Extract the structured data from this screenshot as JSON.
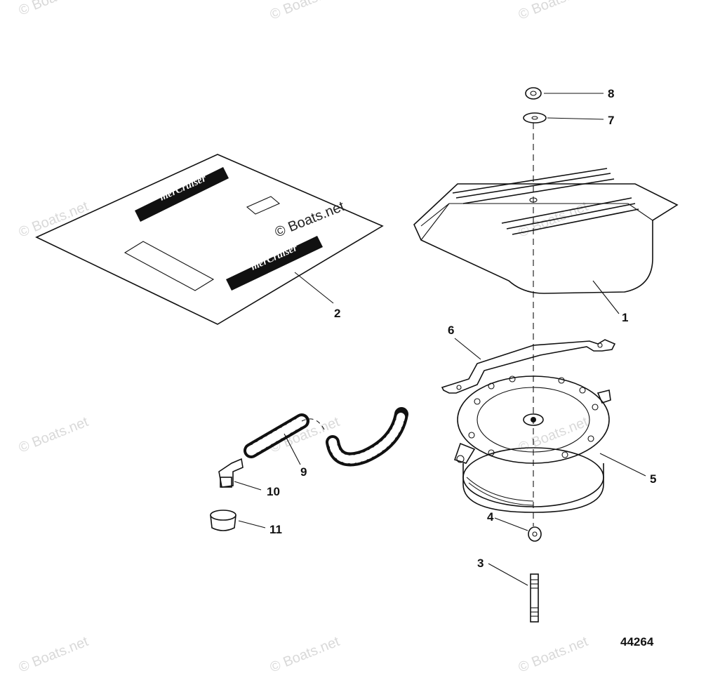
{
  "watermark": "© Boats.net",
  "figure_number": "44264",
  "decal_text": "merCruiser",
  "callouts": {
    "c1": "1",
    "c2": "2",
    "c3": "3",
    "c4": "4",
    "c5": "5",
    "c6": "6",
    "c7": "7",
    "c8": "8",
    "c9": "9",
    "c10": "10",
    "c11": "11"
  }
}
